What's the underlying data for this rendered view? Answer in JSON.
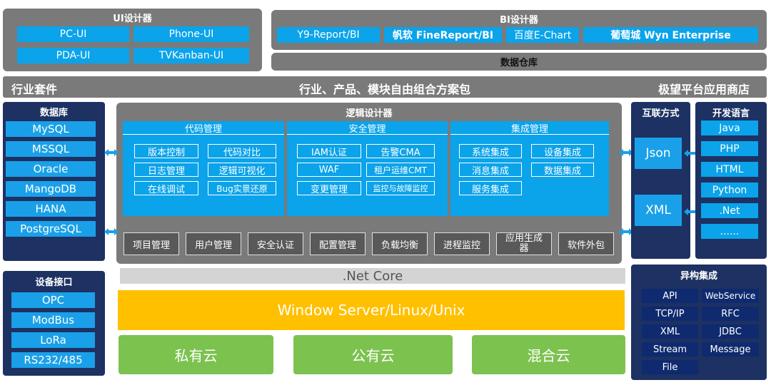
{
  "ui_designer": {
    "title": "UI设计器",
    "items": [
      "PC-UI",
      "Phone-UI",
      "PDA-UI",
      "TVKanban-UI"
    ]
  },
  "bi_designer": {
    "title": "BI设计器",
    "items": [
      "Y9-Report/BI",
      "帆软 FineReport/BI",
      "百度E-Chart",
      "葡萄城 Wyn Enterprise"
    ],
    "warehouse": "数据仓库"
  },
  "banner": {
    "left": "行业套件",
    "center": "行业、产品、模块自由组合方案包",
    "right": "极望平台应用商店"
  },
  "database": {
    "title": "数据库",
    "items": [
      "MySQL",
      "MSSQL",
      "Oracle",
      "MangoDB",
      "HANA",
      "PostgreSQL"
    ]
  },
  "logic": {
    "title": "逻辑设计器",
    "groups": [
      {
        "title": "代码管理",
        "items": [
          "版本控制",
          "代码对比",
          "日志管理",
          "逻辑可视化",
          "在线调试",
          "Bug实景还原"
        ]
      },
      {
        "title": "安全管理",
        "items": [
          "IAM认证",
          "告警CMA",
          "WAF",
          "租户运维CMT",
          "变更管理",
          "监控与故障监控"
        ]
      },
      {
        "title": "集成管理",
        "items": [
          "系统集成",
          "设备集成",
          "消息集成",
          "数据集成",
          "服务集成"
        ]
      }
    ],
    "modules": [
      "项目管理",
      "用户管理",
      "安全认证",
      "配置管理",
      "负载均衡",
      "进程监控",
      "应用生成器",
      "软件外包"
    ]
  },
  "interconnect": {
    "title": "互联方式",
    "items": [
      "Json",
      "XML"
    ]
  },
  "dev_lang": {
    "title": "开发语言",
    "items": [
      "Java",
      "PHP",
      "HTML",
      "Python",
      ".Net",
      "......"
    ]
  },
  "device": {
    "title": "设备接口",
    "items": [
      "OPC",
      "ModBus",
      "LoRa",
      "RS232/485"
    ]
  },
  "netcore": ".Net Core",
  "os": "Window Server/Linux/Unix",
  "clouds": [
    "私有云",
    "公有云",
    "混合云"
  ],
  "hetero": {
    "title": "异构集成",
    "items": [
      "API",
      "WebService",
      "TCP/IP",
      "RFC",
      "XML",
      "JDBC",
      "Stream",
      "Message",
      "File"
    ]
  }
}
